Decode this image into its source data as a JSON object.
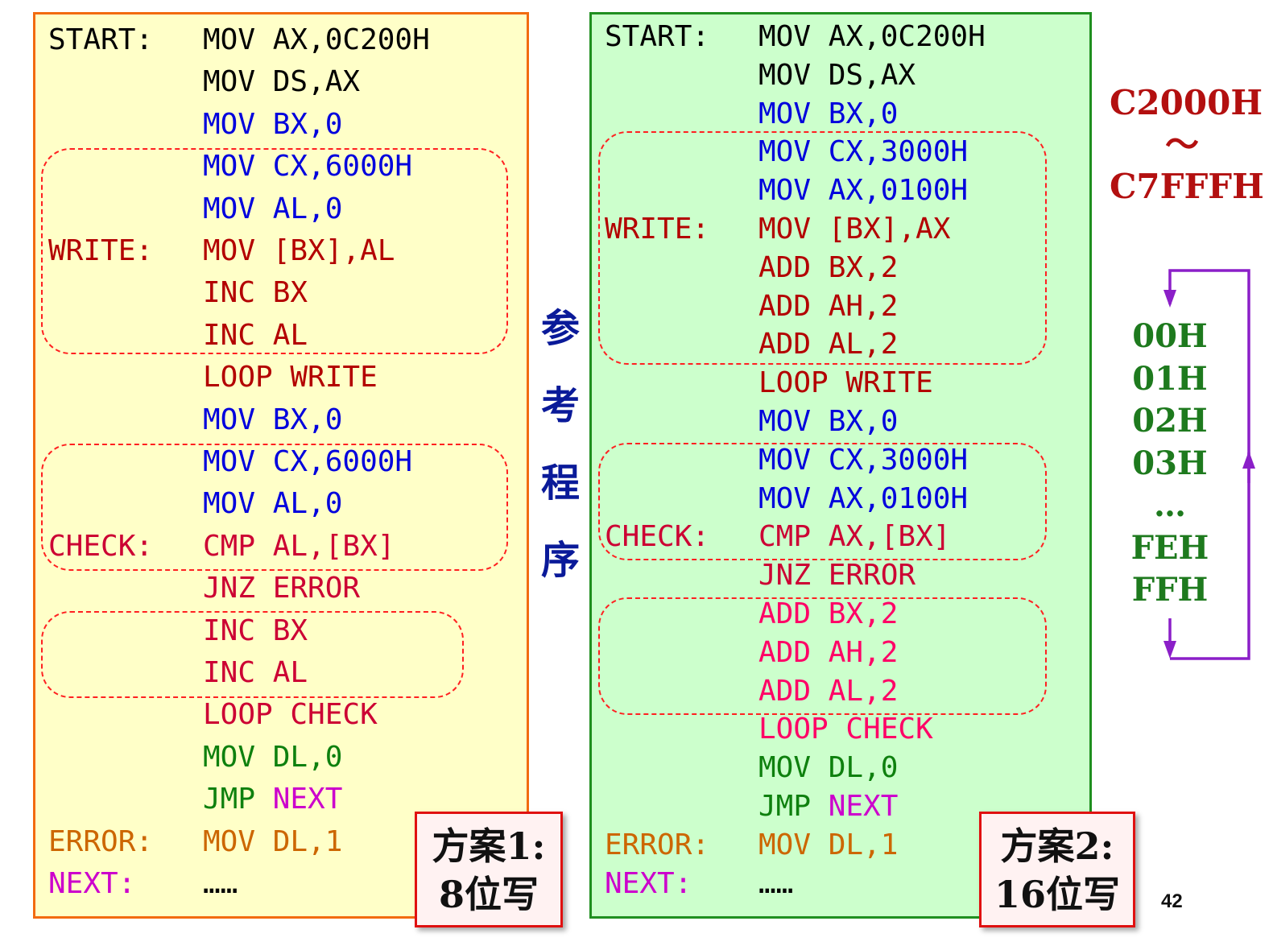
{
  "colors": {
    "label": "#000000",
    "blue": "#0000dd",
    "darkred": "#b30000",
    "red": "#cc0033",
    "pink": "#ff0066",
    "green": "#0e800e",
    "orange": "#cc6600",
    "magenta": "#cc00cc"
  },
  "program1": {
    "lines": [
      {
        "label": "START:",
        "label_color": "label",
        "instr": "MOV AX,0C200H",
        "instr_color": "label"
      },
      {
        "label": "",
        "label_color": "label",
        "instr": "MOV DS,AX",
        "instr_color": "label"
      },
      {
        "label": "",
        "label_color": "label",
        "instr": "MOV BX,0",
        "instr_color": "blue"
      },
      {
        "label": "",
        "label_color": "label",
        "instr": "MOV CX,6000H",
        "instr_color": "blue"
      },
      {
        "label": "",
        "label_color": "label",
        "instr": "MOV AL,0",
        "instr_color": "blue"
      },
      {
        "label": "WRITE:",
        "label_color": "darkred",
        "instr": "MOV [BX],AL",
        "instr_color": "darkred"
      },
      {
        "label": "",
        "label_color": "label",
        "instr": "INC BX",
        "instr_color": "darkred"
      },
      {
        "label": "",
        "label_color": "label",
        "instr": "INC AL",
        "instr_color": "darkred"
      },
      {
        "label": "",
        "label_color": "label",
        "instr": "LOOP WRITE",
        "instr_color": "darkred"
      },
      {
        "label": "",
        "label_color": "label",
        "instr": "MOV BX,0",
        "instr_color": "blue"
      },
      {
        "label": "",
        "label_color": "label",
        "instr": "MOV CX,6000H",
        "instr_color": "blue"
      },
      {
        "label": "",
        "label_color": "label",
        "instr": "MOV AL,0",
        "instr_color": "blue"
      },
      {
        "label": "CHECK:",
        "label_color": "red",
        "instr": "CMP AL,[BX]",
        "instr_color": "red"
      },
      {
        "label": "",
        "label_color": "label",
        "instr": "JNZ ERROR",
        "instr_color": "red"
      },
      {
        "label": "",
        "label_color": "label",
        "instr": "INC BX",
        "instr_color": "red"
      },
      {
        "label": "",
        "label_color": "label",
        "instr": "INC AL",
        "instr_color": "red"
      },
      {
        "label": "",
        "label_color": "label",
        "instr": "LOOP CHECK",
        "instr_color": "red"
      },
      {
        "label": "",
        "label_color": "label",
        "instr": "MOV DL,0",
        "instr_color": "green"
      },
      {
        "label": "",
        "label_color": "label",
        "instr": "JMP ",
        "instr_color": "green",
        "extra": "NEXT",
        "extra_color": "magenta"
      },
      {
        "label": "ERROR:",
        "label_color": "orange",
        "instr": "MOV DL,1",
        "instr_color": "orange"
      },
      {
        "label": "NEXT:",
        "label_color": "magenta",
        "instr": "……",
        "instr_color": "label"
      }
    ]
  },
  "program2": {
    "lines": [
      {
        "label": "START:",
        "label_color": "label",
        "instr": "MOV AX,0C200H",
        "instr_color": "label"
      },
      {
        "label": "",
        "label_color": "label",
        "instr": "MOV DS,AX",
        "instr_color": "label"
      },
      {
        "label": "",
        "label_color": "label",
        "instr": "MOV BX,0",
        "instr_color": "blue"
      },
      {
        "label": "",
        "label_color": "label",
        "instr": "MOV CX,3000H",
        "instr_color": "blue"
      },
      {
        "label": "",
        "label_color": "label",
        "instr": "MOV AX,0100H",
        "instr_color": "blue"
      },
      {
        "label": "WRITE:",
        "label_color": "darkred",
        "instr": "MOV [BX],AX",
        "instr_color": "darkred"
      },
      {
        "label": "",
        "label_color": "label",
        "instr": "ADD BX,2",
        "instr_color": "darkred"
      },
      {
        "label": "",
        "label_color": "label",
        "instr": "ADD AH,2",
        "instr_color": "darkred"
      },
      {
        "label": "",
        "label_color": "label",
        "instr": "ADD AL,2",
        "instr_color": "darkred"
      },
      {
        "label": "",
        "label_color": "label",
        "instr": "LOOP WRITE",
        "instr_color": "darkred"
      },
      {
        "label": "",
        "label_color": "label",
        "instr": "MOV BX,0",
        "instr_color": "blue"
      },
      {
        "label": "",
        "label_color": "label",
        "instr": "MOV CX,3000H",
        "instr_color": "blue"
      },
      {
        "label": "",
        "label_color": "label",
        "instr": "MOV AX,0100H",
        "instr_color": "blue"
      },
      {
        "label": "CHECK:",
        "label_color": "red",
        "instr": "CMP AX,[BX]",
        "instr_color": "red"
      },
      {
        "label": "",
        "label_color": "label",
        "instr": "JNZ ERROR",
        "instr_color": "red"
      },
      {
        "label": "",
        "label_color": "label",
        "instr": "ADD BX,2",
        "instr_color": "pink"
      },
      {
        "label": "",
        "label_color": "label",
        "instr": "ADD AH,2",
        "instr_color": "pink"
      },
      {
        "label": "",
        "label_color": "label",
        "instr": "ADD AL,2",
        "instr_color": "pink"
      },
      {
        "label": "",
        "label_color": "label",
        "instr": "LOOP CHECK",
        "instr_color": "pink"
      },
      {
        "label": "",
        "label_color": "label",
        "instr": "MOV DL,0",
        "instr_color": "green"
      },
      {
        "label": "",
        "label_color": "label",
        "instr": "JMP ",
        "instr_color": "green",
        "extra": "NEXT",
        "extra_color": "magenta"
      },
      {
        "label": "ERROR:",
        "label_color": "orange",
        "instr": "MOV DL,1",
        "instr_color": "orange"
      },
      {
        "label": "NEXT:",
        "label_color": "magenta",
        "instr": "……",
        "instr_color": "label"
      }
    ]
  },
  "vertical_title": [
    "参",
    "考",
    "程",
    "序"
  ],
  "plan1": {
    "line1": "方案1:",
    "line2": "8位写"
  },
  "plan2": {
    "line1": "方案2:",
    "line2": "16位写"
  },
  "address_range": {
    "start": "C2000H",
    "tilde": "～",
    "end": "C7FFFH"
  },
  "values": [
    "00H",
    "01H",
    "02H",
    "03H",
    "…",
    "FEH",
    "FFH"
  ],
  "page_number": "42"
}
